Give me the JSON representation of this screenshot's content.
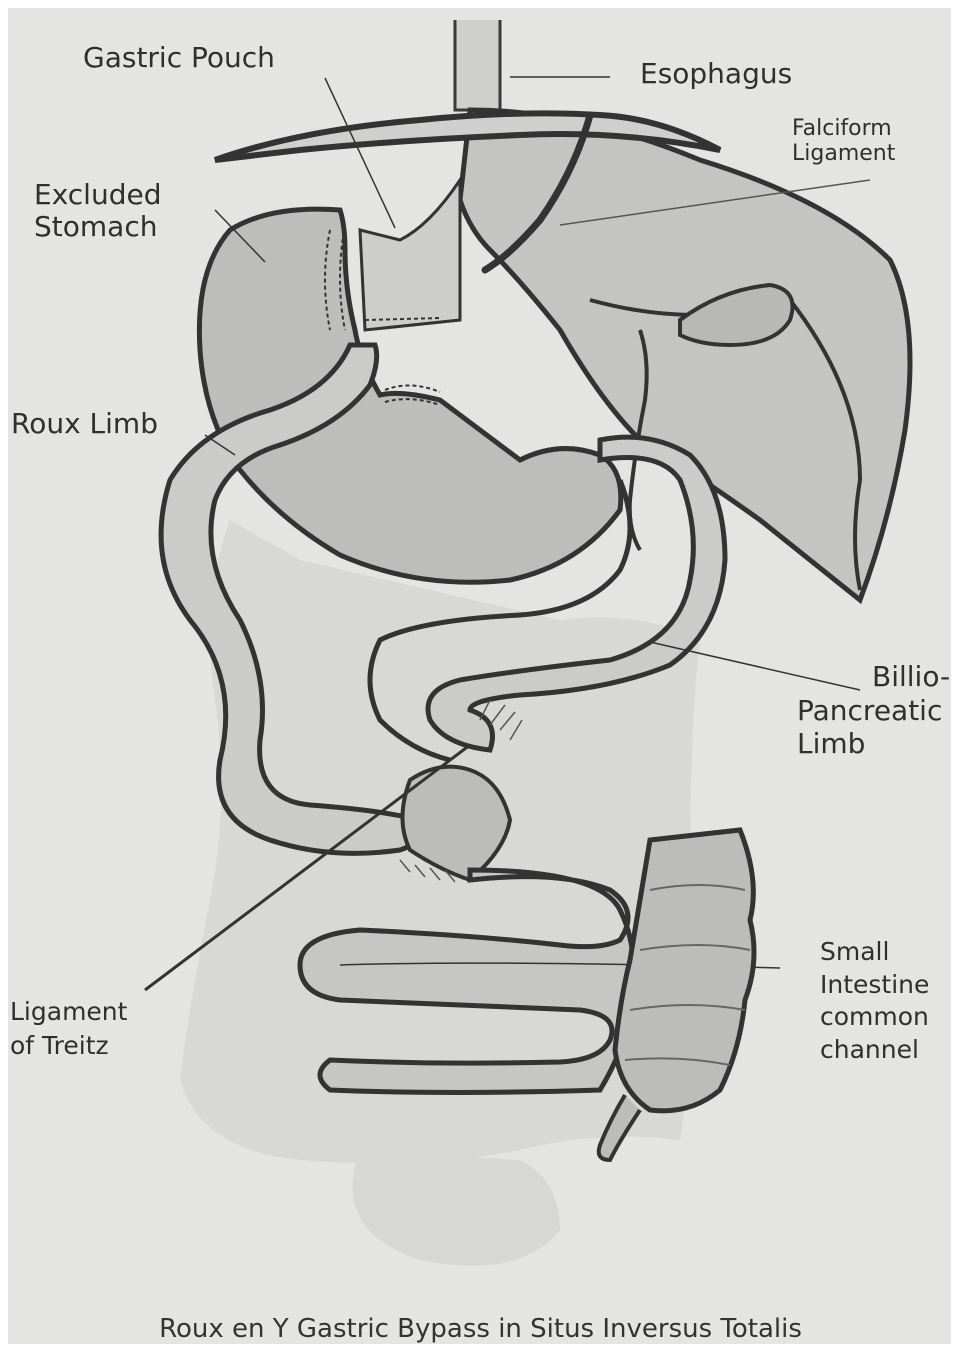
{
  "labels": {
    "gastric_pouch": "Gastric Pouch",
    "esophagus": "Esophagus",
    "falciform_ligament": [
      "Falciform",
      "Ligament"
    ],
    "excluded_stomach": [
      "Excluded",
      "Stomach"
    ],
    "roux_limb": "Roux Limb",
    "billio_pancreatic_limb": [
      "Billio-",
      "Pancreatic",
      "Limb"
    ],
    "ligament_of_treitz": [
      "Ligament",
      "of Treitz"
    ],
    "small_intestine": [
      "Small",
      "Intestine",
      "common",
      "channel"
    ]
  },
  "caption": "Roux en Y Gastric Bypass in Situs Inversus Totalis",
  "colors": {
    "background": "#e4e4e2",
    "outline": "#3a3a3a",
    "organ_fill": "#c9c9c7",
    "faint_organ": "#d6d6d4",
    "text": "#2f2f2f"
  }
}
